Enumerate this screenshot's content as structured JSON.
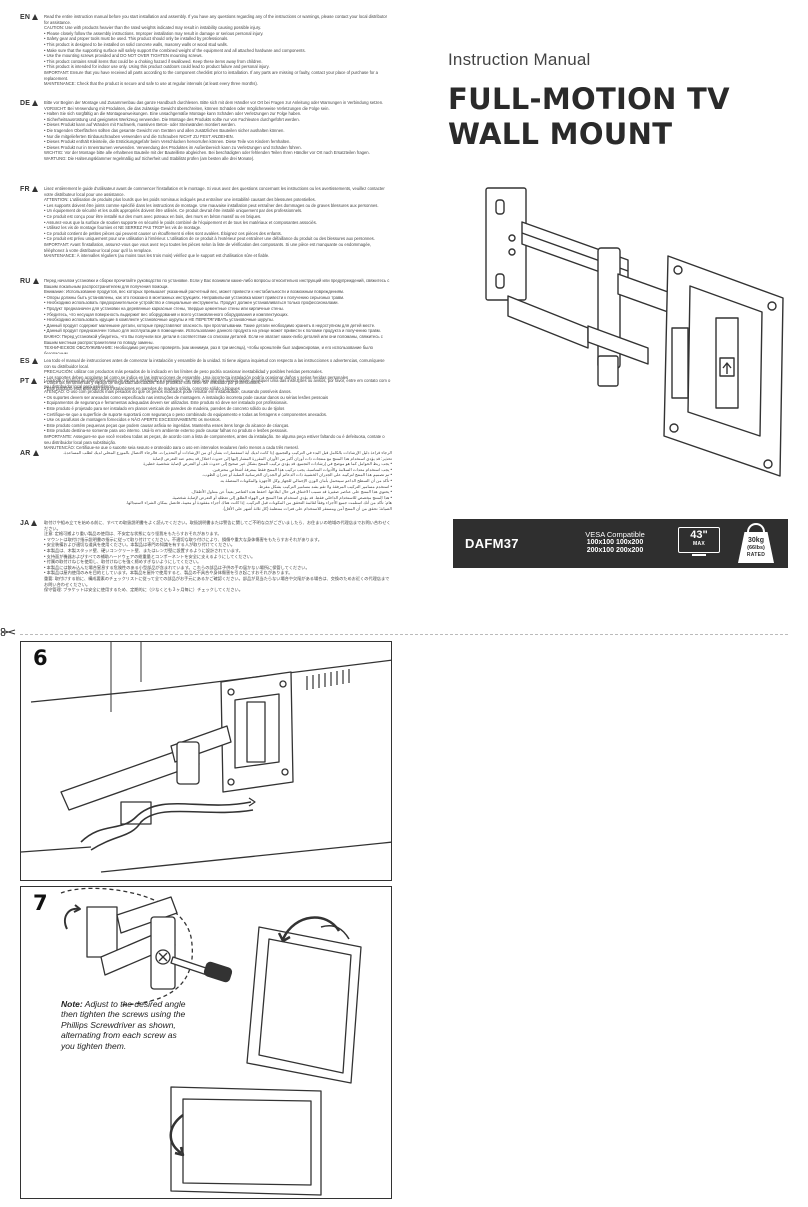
{
  "warnings": [
    {
      "code": "EN",
      "lines": [
        "Read the entire instruction manual before you start installation and assembly. If you have any questions regarding any of the instructions or warnings, please contact your local distributor for assistance.",
        "CAUTION: Use with products heavier than the rated weights indicated may result in instability causing possible injury.",
        "• Please closely follow the assembly instructions. Improper installation may result in damage or serious personal injury.",
        "• Safety gear and proper tools must be used. This product should only be installed by professionals.",
        "• This product is designed to be installed on solid concrete walls, masonry walls or wood stud walls.",
        "• Make sure that the supporting surface will safely support the combined weight of the equipment and all attached hardware and components.",
        "• Use the mounting screws provided and DO NOT OVER TIGHTEN mounting screws.",
        "• This product contains small items that could be a choking hazard if swallowed. Keep these items away from children.",
        "• This product is intended for indoor use only. Using this product outdoors could lead to product failure and personal injury.",
        "IMPORTANT: Ensure that you have received all parts according to the component checklist prior to installation. If any parts are missing or faulty, contact your place of purchase for a replacement.",
        "MAINTENANCE: Check that the product is secure and safe to use at regular intervals (at least every three months)."
      ]
    },
    {
      "code": "DE",
      "lines": [
        "Bitte vor Beginn der Montage und Zusammenbau das ganze Handbuch durchlesen. Bitte sich mit dem Händler vor Ort bei Fragen zur Anleitung oder Warnungen in Verbindung setzen.",
        "VORSICHT: Bei Verwendung mit Produkten, die das zulässige Gewicht überschreiten, können Schäden oder möglicherweise Verletzungen die Folge sein.",
        "• Halten Sie sich sorgfältig an die Montageanweisungen. Eine unsachgemäße Montage kann Schäden oder Verletzungen zur Folge haben.",
        "• Sicherheitsausrüstung und geeignetes Werkzeug verwenden. Die Montage des Produkts sollte nur von Fachleuten durchgeführt werden.",
        "• Dieses Produkt kann auf Wänden mit Fachwerk, massiven Beton- oder Steinwänden montiert werden.",
        "• Die tragenden Oberflächen sollten das gesamte Gewicht von Geräten und allen zusätzlichen Bauteilen sicher aushalten können.",
        "• Nur die mitgelieferten Einbauschrauben verwenden und die Schrauben NICHT ZU FEST ANZIEHEN.",
        "• Dieses Produkt enthält Kleinteile, die Erstickungsgefahr beim Verschlucken hervorrufen können. Diese Teile von Kindern fernhalten.",
        "• Dieses Produkt nur in Innenräumen verwenden. Verwendung des Produktes im Außenbereich kann zu Verletzungen und Schäden führen.",
        "WICHTIG: Vor der Montage bitte alle erhaltenen Bauteile mit der Bauteilliste abgleichen. Bei beschädigten oder fehlenden Teilen Ihren Händler vor Ort nach Ersatzteilen fragen.",
        "WARTUNG: Die Halterungsklammer regelmäßig auf Sicherheit und Stabilität prüfen (am besten alle drei Monate)."
      ]
    },
    {
      "code": "FR",
      "lines": [
        "Lisez entièrement le guide d'utilisateur avant de commencer l'installation et le montage. Si vous avez des questions concernant les instructions ou les avertissements, veuillez contacter votre distributeur local pour une assistance.",
        "ATTENTION: L'utilisation de produits plus lourds que les poids nominaux indiqués peut entraîner une instabilité causant des blessures potentielles.",
        "• Les supports doivent être joints comme spécifié dans les instructions de montage. Une mauvaise installation peut entraîner des dommages ou de graves blessures aux personnes.",
        "• Un équipement de sécurité et les outils appropriés doivent être utilisés. Ce produit devrait être installé uniquement par des professionnels.",
        "• Ce produit est conçu pour être installé sur des murs avec poteaux en bois, des murs en béton massif ou en briques.",
        "• Assurez-vous que la surface de soutien supporte en sécurité le poids combiné de l'équipement et de tous les matériaux et composantes associés.",
        "• Utilisez les vis de montage fournies et NE SERREZ PAS TROP les vis de montage.",
        "• Ce produit contient de petites pièces qui peuvent causer un étouffement si elles sont avalées. Éloignez ces pièces des enfants.",
        "• Ce produit est prévu uniquement pour une utilisation à l'intérieur. L'utilisation de ce produit à l'extérieur peut entraîner une défaillance du produit ou des blessures aux personnes.",
        "IMPORTANT: Avant l'installation, assurez-vous que vous avez reçu toutes les pièces selon la liste de vérification des composants. Si une pièce est manquante ou endommagée, téléphonez à votre distributeur local pour qu'il la remplace.",
        "MAINTENANCE: À intervalles réguliers (au moins tous les trois mois) vérifiez que le support est d'utilisation sûre et fiable."
      ]
    },
    {
      "code": "RU",
      "lines": [
        "Перед началом установки и сборки прочитайте руководство по установке. Если у Вас возникли какие-либо вопросы относительно инструкций или предупреждений, свяжитесь с Вашим локальным распространителем для получения помощи.",
        "Внимание: Использование продуктов, вес которых превышает указанный расчетный вес, может привести к нестабильности и возможным повреждениям.",
        "• Опоры должны быть установлены, как это показано в монтажных инструкциях. Неправильная установка может привести к получению серьезных травм.",
        "• Необходимо использовать предохранительное устройство и специальные инструменты. Продукт должен устанавливаться только профессионалами.",
        "• Продукт предназначен для установки на деревянные каркасные стены, твердые цементные стены или кирпичные стены.",
        "• Убедитесь, что несущая поверхность выдержит вес оборудования и всего установленного оборудования и комплектующих.",
        "• Необходимо использовать идущие в комплекте установочные шурупы и НЕ ПЕРЕТЯГИВАТЬ установочные шурупы.",
        "• Данный продукт содержит маленькие детали, которые представляют опасность при проглатывании. Такие детали необходимо хранить в недоступном для детей месте.",
        "• Данный продукт предназначен только для эксплуатации в помещении. Использование данного продукта на улице может привести к поломке продукта и получению травм.",
        "ВАЖНО: Перед установкой убедитесь, что Вы получили все детали в соответствии со списком деталей. Если не хватает каких-либо деталей или они поломаны, свяжитесь с Вашим местным распространителем по поводу замены.",
        "ТЕХНИЧЕСКОЕ ОБСЛУЖИВАНИЕ: Необходимо регулярно проверять (как минимум, раз в три месяца), чтобы кронштейн был зафиксирован, и его использование было безопасным."
      ]
    },
    {
      "code": "ES",
      "lines": [
        "Lea todo el manual de instrucciones antes de comenzar la instalación y ensamble de la unidad. Si tiene alguna inquietud con respecto a las instrucciones o advertencias, comuníquese con su distribuidor local.",
        "PRECAUCIÓN: utilizar con productos más pesados de lo indicado en los límites de peso podría ocasionar inestabilidad y posibles heridas personales.",
        "• Los soportes deben acoplarse tal como se indica en las instrucciones de ensamble. Una incorrecta instalación podría ocasionar daños y serias heridas personales",
        "• Utilice las herramientas y equipo de seguridad adecuados. Este producto solo debe ser instalado por profesionales.",
        "• Este producto está diseñado para instalaciones en paredes de madera sólida, concreto sólido o bloques",
        "• Asegúrese de que la superficie de fijación sostenga de manera segura el peso total de equipo y todos sus componentes y hardware.",
        "• Utilice los tornillos de ensamble suministrados y NO aplique demasiada tensión a los tornillos.",
        "• Este producto contiene piezas pequeñas que representan un riesgo de asfixia. Mantenga estas piezas fuera del alcance de los niños.",
        "• Este producto está diseñado para uso en interiores solamente. Utilizar este producto en exteriores podría ocasionar fallas y heridas personales.",
        "IMPORTANTE: Asegúrese de que haya recibido todas las piezas según la lista de verificación de componentes antes de la instalación. Si falta alguna de las partes, o está dañada, comuníquese con su distribuidor.",
        "MANTENIMIENTO: Compruebe periódicamente que el soporte esté asegurado y listo para usar (al menos cada tres meses)."
      ]
    },
    {
      "code": "PT",
      "lines": [
        "Leia todo o manual de instruções antes de iniciar a instalação e montagem. Se você tiver alguma dúvida sobre quaisquer uma das instruções ou avisos, por favor, entre em contato com o seu distribuidor local para assistência.",
        "ATENÇÃO: O uso com produtos mais pesados do que os pesos indicados pode resultar em instabilidade, causando possíveis danos.",
        "• Os suportes devem ser anexados como especificado nas instruções de montagem. A instalação incorreta pode causar danos ou sérias lesões pessoais",
        "• Equipamentos de segurança e ferramentas adequadas devem ser utilizados. Este produto só deve ser instalado por profissionais.",
        "• Este produto é projetado para ser instalado em planos verticais de paredes de madeira, paredes de concreto sólido ou de tijolos",
        "• Certifique-se que a superfície de suporte suportará com segurança o peso combinado do equipamento e todas as ferragens e componentes anexados.",
        "• Use os parafusos de montagem fornecidos e NÃO APERTE EXCESSIVAMENTE os mesmos.",
        "• Este produto contém pequenas peças que podem causar asfixia se ingeridas. Mantenha esses itens longe do alcance de crianças.",
        "• Este produto destina-se somente para uso interno. Usá-lo em ambiente externo pode causar falhas no produto e lesões pessoais.",
        "IMPORTANTE: Assegure-se que você recebeu todas as peças, de acordo com a lista de componentes, antes da instalação. Se alguma peça estiver faltando ou é defeituosa, contate o seu distribuidor local para substituição.",
        "MANUTENÇÃO: Certifique-se que o suporte seja seguro e protegido para o uso em intervalos regulares (pelo menos a cada três meses)."
      ]
    },
    {
      "code": "AR",
      "lines": [
        "الرجاء قراءة دليل الإرشادات بالكامل قبل البدء في التركيب والتجميع. إذا كانت لديك أية استفسارات بشأن أي من الإرشادات أو التحذيرات، فالرجاء الاتصال بالموزع المحلي لديك لطلب المساعدة.",
        "تحذير: قد يؤدي استخدام هذا المنتج مع منتجات ذات أوزان أكبر من الأوزان المقررة المشار إليها إلى حدوث اختلال قد ينجم عنه التعرض لإصابة",
        "• يجب ربط الحوامل كما هو موضح في إرشادات التجميع. قد يؤدي تركيب المنتج بشكل غير صحيح إلى حدوث تلف أو التعرض لإصابة شخصية خطيرة",
        "• يجب استخدام معدات السلامة والأدوات المناسبة. يجب تركيب هذا المنتج فقط بمعرفة أشخاص محترفين.",
        "• تم تصميم هذا المنتج لتركيبه على الجدران الخشبية ذات الدعائم أو الجدران الخرسانية الصلبة أو جدران الطوب.",
        "• تأكد من أن السطح الداعم سيتحمل بأمان الوزن الإجمالي للجهاز وكل الأجهزة والمكونات المتصلة به.",
        "• استخدم مسامير التركيب المرفقة ولا تقم بشد مسامير التركيب بشكل مفرط.",
        "• يحتوي هذا المنتج على عناصر صغيرة قد تسبب الاختناق في حال ابتلاعها. احفظ هذه العناصر بعيداً عن متناول الأطفال.",
        "• هذا المنتج مخصص للاستخدام الداخلي فقط. قد يؤدي استخدام هذا المنتج في الهواء الطلق إلى تعطله أو التعرض لإصابة شخصية.",
        "هام: تأكد من أنك استلمت جميع الأجزاء وفقاً لقائمة التحقق من المكونات قبل التركيب. إذا كانت هناك أجزاء مفقودة أو معيبة، فاتصل بمكان الشراء لاستبدالها.",
        "الصيانة: تحقق من أن المنتج آمن ومستقر للاستخدام على فترات منتظمة (كل ثلاثة أشهر على الأقل)."
      ]
    },
    {
      "code": "JA",
      "lines": [
        "取付けや組み立てを始める前に、すべての取扱説明書をよく読んでください。取扱説明書または警告に関してご不明な点がございましたら、お住まいの地域の代理店までお問い合わせください。",
        "注意: 定格可搬より重い製品の使用は、不安定な状態になり怪我をもたらすおそれがあります。",
        "• マウントは取付け指示説明書の指示に従って取り付けてください。不適切な取り付けにより、損傷や重大な身体傷害をもたらすおそれがあります。",
        "• 安全装備および適切な道具を使用ください。本製品は専門の知識を有する人が取り付けてください。",
        "• 本製品は、木製スタッド壁、硬いコンクリート壁、またはレンガ壁に設置するように設計されています。",
        "• 支持面が機器およびすべての補助ハードウェアの総重量とコンポーネントを安全に支えるようにしてください。",
        "• 付属の取付けねじを使用し、取付けねじを強く締めすぎないようにしてください。",
        "• 本製品には飲み込んだ場合窒息する危険性のある小型部品が含まれています。これらの部品は子供の手の届かない場所に保管してください。",
        "• 本製品は屋内使用のみを目的としています。本製品を屋外で使用すると、製品の不具合や身体傷害を引き起こすおそれがあります。",
        "重要: 取付けする前に、構成要素のチェックリストに従って全ての部品がお手元にあるかご確認ください。部品が見当たらない場合や欠陥がある場合は、交換のためお近くの代理店までお問い合わせください。",
        "保守管理: ブラケットは安全に使用するため、定期的に（少なくとも３ヶ月毎に）チェックしてください。"
      ]
    }
  ],
  "header": {
    "manual_label": "Instruction Manual",
    "title_line1": "FULL-MOTION TV",
    "title_line2": "WALL MOUNT"
  },
  "specs": {
    "model": "DAFM37",
    "vesa_title": "VESA Compatible",
    "vesa_sizes_line1": "100x100 100x200",
    "vesa_sizes_line2": "200x100 200x200",
    "tv_size": "43\"",
    "tv_size_label": "MAX",
    "weight_value": "30kg",
    "weight_lbs": "(66lbs)",
    "weight_label": "RATED"
  },
  "steps": {
    "step6_number": "6",
    "step7_number": "7",
    "step7_note_label": "Note:",
    "step7_note_text": "Adjust to the desired angle then tighten the screws using the Phillips Screwdriver as shown, alternating from each screw as you tighten them."
  },
  "colors": {
    "spec_bar": "#2f2f2f",
    "title_text": "#2a2a2a",
    "line_art": "#333333"
  }
}
